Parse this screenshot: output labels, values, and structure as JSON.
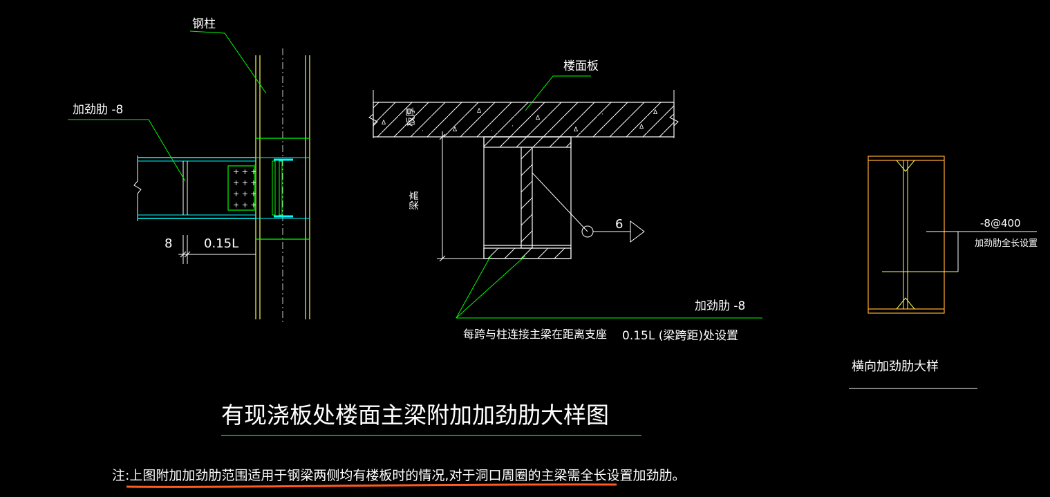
{
  "left": {
    "label_column": "钢柱",
    "label_stiffener": "加劲肋 -8",
    "dim_8": "8",
    "dim_015L": "0.15L"
  },
  "middle": {
    "label_slab": "楼面板",
    "label_slab_thickness": "板厚",
    "label_beam_height": "梁高",
    "section_mark": "6",
    "label_stiffener": "加劲肋 -8",
    "note_line_a": "每跨与柱连接主梁在距离支座",
    "note_line_b": "0.15L (梁跨距)处设置"
  },
  "right": {
    "label_spec": "-8@400",
    "label_spec_note": "加劲肋全长设置",
    "caption": "横向加劲肋大样"
  },
  "title": "有现浇板处楼面主梁附加加劲肋大样图",
  "note": "注:上图附加加劲肋范围适用于钢梁两侧均有楼板时的情况,对于洞口周圈的主梁需全长设置加劲肋。",
  "colors": {
    "background": "#000000",
    "text": "#ffffff",
    "leader": "#00ff00",
    "column": "#ffff55",
    "beam_flange": "#00ffff",
    "detail_frame": "#ffaa33",
    "underline": "#ff5a1f"
  }
}
